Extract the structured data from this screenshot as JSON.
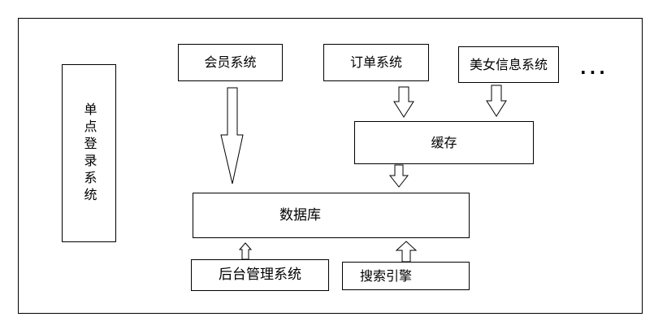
{
  "diagram": {
    "title_hint": "system architecture diagram",
    "sso": "单点登录系统",
    "member": "会员系统",
    "order": "订单系统",
    "beauty": "美女信息系统",
    "ellipsis": "...",
    "cache": "缓存",
    "database": "数据库",
    "admin": "后台管理系统",
    "search": "搜索引擎",
    "edges": [
      {
        "from": "会员系统",
        "to": "数据库",
        "style": "hollow-arrow-down"
      },
      {
        "from": "订单系统",
        "to": "缓存",
        "style": "hollow-arrow-down"
      },
      {
        "from": "美女信息系统",
        "to": "缓存",
        "style": "hollow-arrow-down"
      },
      {
        "from": "缓存",
        "to": "数据库",
        "style": "hollow-arrow-down"
      },
      {
        "from": "后台管理系统",
        "to": "数据库",
        "style": "hollow-arrow-up"
      },
      {
        "from": "搜索引擎",
        "to": "数据库",
        "style": "hollow-arrow-up"
      }
    ],
    "colors": {
      "line": "#000000",
      "background": "#ffffff"
    }
  }
}
